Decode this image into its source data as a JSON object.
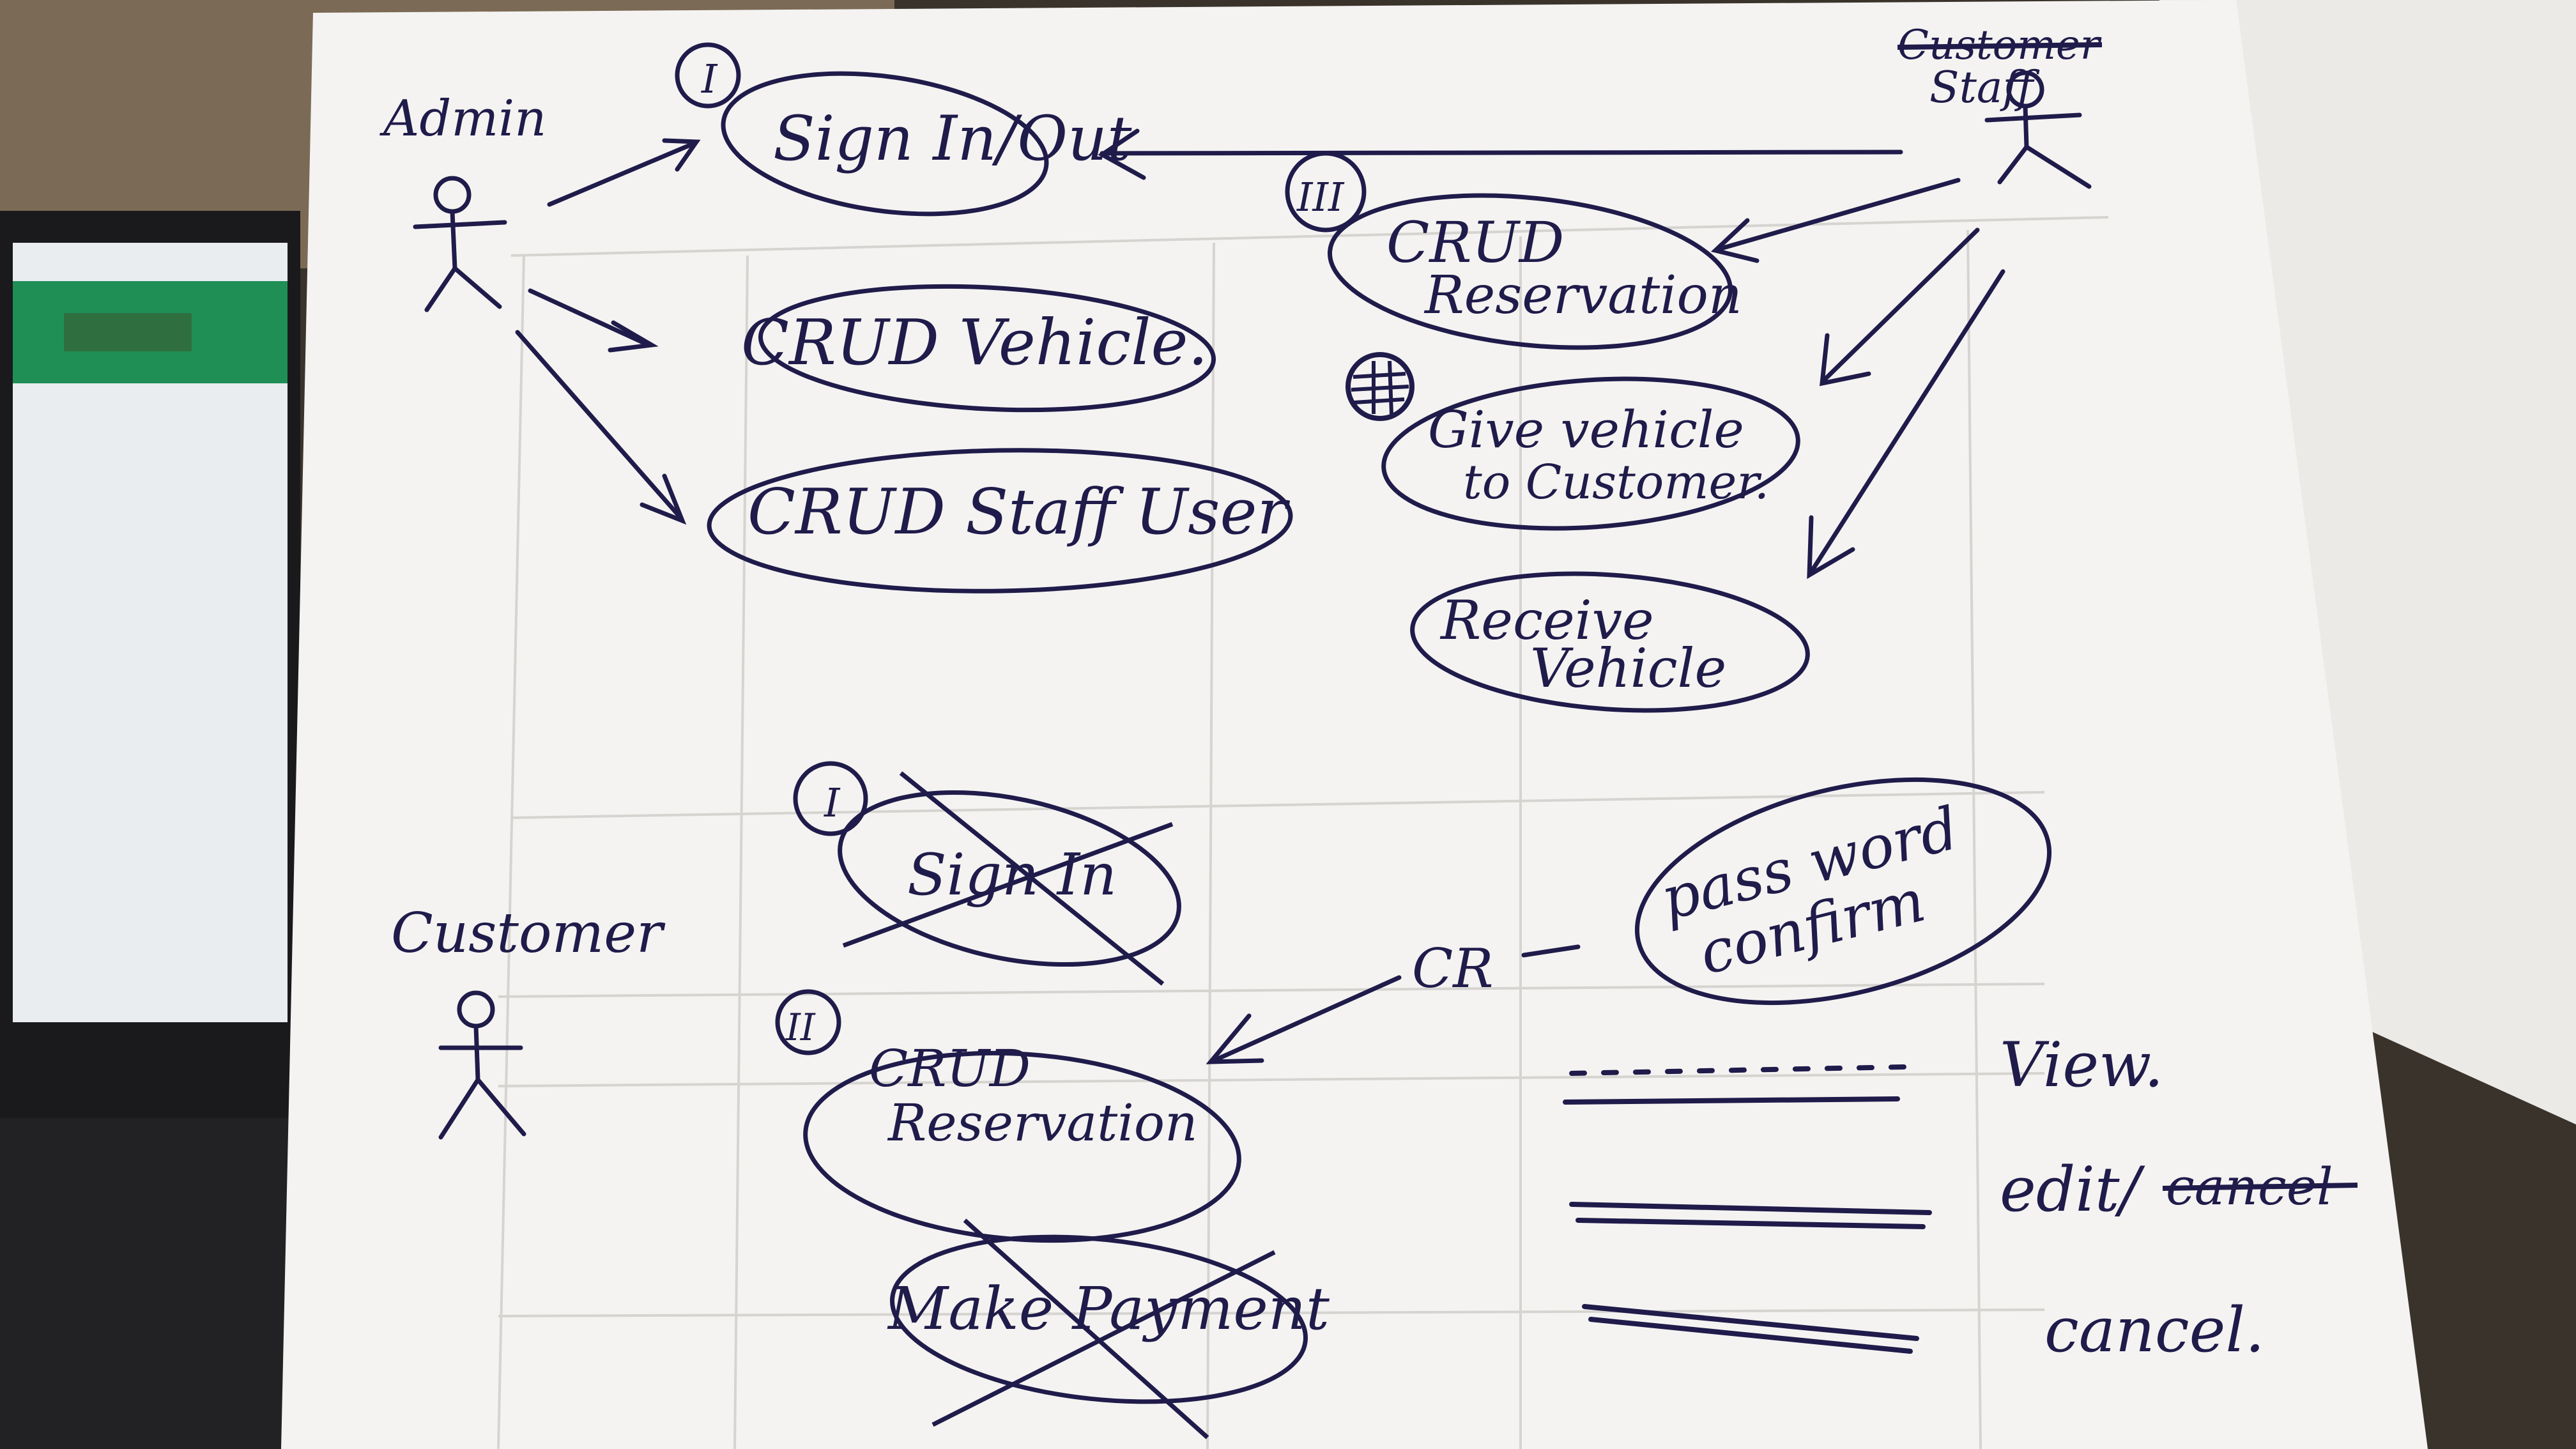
{
  "actors": {
    "admin": {
      "label": "Admin"
    },
    "staff": {
      "label_struck": "Customer",
      "label": "Staff"
    },
    "customer": {
      "label": "Customer"
    }
  },
  "use_cases": {
    "admin_sign_in": {
      "number": "I",
      "label": "Sign In/Out"
    },
    "crud_vehicle": {
      "label": "CRUD Vehicle."
    },
    "crud_staff_user": {
      "label": "CRUD Staff User"
    },
    "crud_reservation_staff": {
      "number": "III",
      "label_line1": "CRUD",
      "label_line2": "Reservation"
    },
    "give_vehicle": {
      "label_line1": "Give vehicle",
      "label_line2": "to Customer."
    },
    "receive_vehicle": {
      "label_line1": "Receive",
      "label_line2": "Vehicle"
    },
    "customer_sign_in": {
      "number": "I",
      "label": "Sign In",
      "struck": true
    },
    "password_confirm": {
      "label_line1": "pass word",
      "label_line2": "confirm"
    },
    "crud_reservation_customer": {
      "number": "II",
      "label_line1": "CRUD",
      "label_line2": "Reservation"
    },
    "make_payment": {
      "label": "Make Payment",
      "struck": true
    }
  },
  "notes": {
    "cr": "CR",
    "view": "View.",
    "edit": "edit/",
    "edit_struck": "cancel",
    "cancel": "cancel."
  },
  "colors": {
    "ink": "#1f1b4a",
    "paper": "#f4f3f1",
    "background": "#2a2622"
  }
}
